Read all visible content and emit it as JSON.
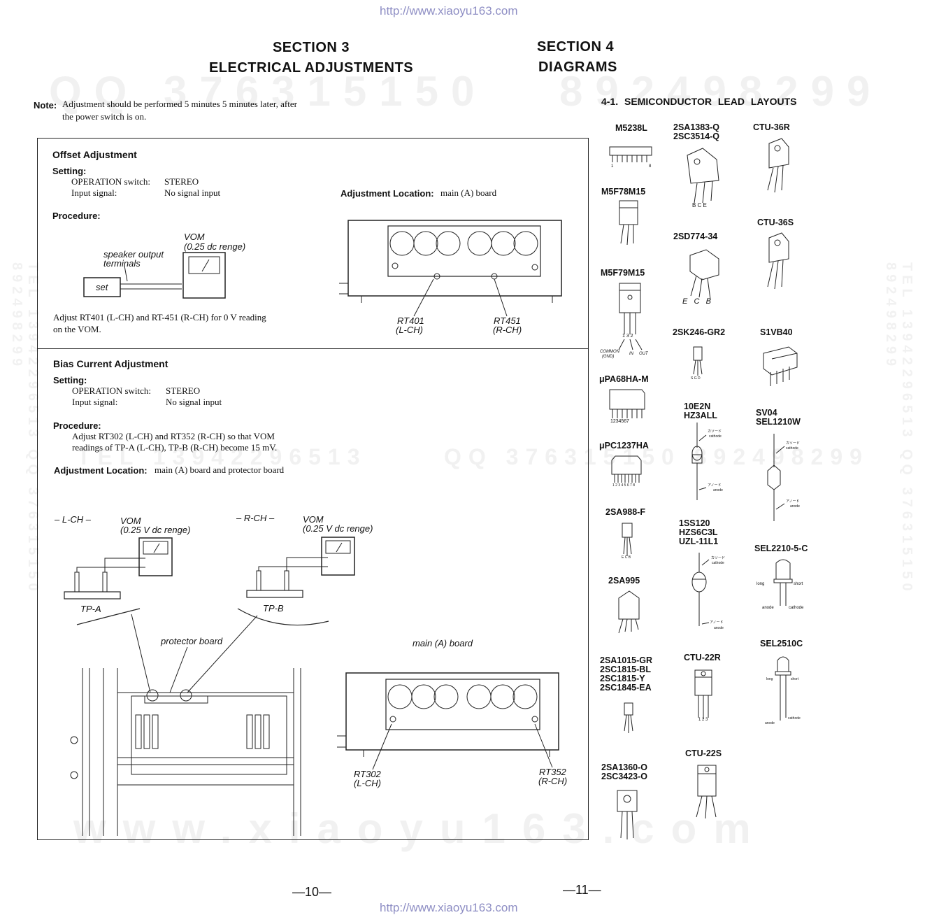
{
  "header": {
    "url_top": "http://www.xiaoyu163.com",
    "url_bottom": "http://www.xiaoyu163.com"
  },
  "watermarks": {
    "qq1": "QQ 376315150",
    "qq2": "892498299",
    "tel_left": "TEL 13942296513 QQ 376315150 892498299",
    "tel_right": "TEL 13942296513 QQ 376315150 892498299",
    "mid_left": "TEL 13942296513",
    "mid_right": "QQ 376315150 892498299",
    "bottom": "www.xiaoyu163.com"
  },
  "section3": {
    "number": "SECTION 3",
    "title": "ELECTRICAL ADJUSTMENTS",
    "note_label": "Note:",
    "note_line1": "Adjustment should be performed 5 minutes 5 minutes later, after",
    "note_line2": "the power switch is on."
  },
  "section4": {
    "number": "SECTION 4",
    "title": "DIAGRAMS",
    "subheading": "4-1. SEMICONDUCTOR LEAD LAYOUTS"
  },
  "offset": {
    "title": "Offset Adjustment",
    "setting_label": "Setting:",
    "op_label": "OPERATION switch:",
    "op_value": "STEREO",
    "input_label": "Input signal:",
    "input_value": "No signal input",
    "location_label": "Adjustment Location:",
    "location_value": "main (A) board",
    "procedure_label": "Procedure:",
    "vom": "VOM",
    "vom_range": "(0.25 dc renge)",
    "spk1": "speaker output",
    "spk2": "terminals",
    "set": "set",
    "adjust_line1": "Adjust RT401 (L-CH) and RT-451 (R-CH) for 0 V reading",
    "adjust_line2": "on the VOM.",
    "rt401": "RT401",
    "rt401_ch": "(L-CH)",
    "rt451": "RT451",
    "rt451_ch": "(R-CH)"
  },
  "bias": {
    "title": "Bias Current Adjustment",
    "setting_label": "Setting:",
    "op_label": "OPERATION switch:",
    "op_value": "STEREO",
    "input_label": "Input signal:",
    "input_value": "No signal input",
    "procedure_label": "Procedure:",
    "proc_line1": "Adjust RT302 (L-CH) and RT352 (R-CH) so that VOM",
    "proc_line2": "readings of TP-A (L-CH), TP-B (R-CH) become 15 mV.",
    "location_label": "Adjustment Location:",
    "location_value": "main (A) board and protector board",
    "lch": "– L-CH –",
    "rch": "– R-CH –",
    "vom": "VOM",
    "vom_range": "(0.25 V dc renge)",
    "tpa": "TP-A",
    "tpb": "TP-B",
    "protector": "protector board",
    "main_board": "main (A) board",
    "rt302": "RT302",
    "rt302_ch": "(L-CH)",
    "rt352": "RT352",
    "rt352_ch": "(R-CH)"
  },
  "parts": {
    "m5238l": "M5238L",
    "m5f78m15": "M5F78M15",
    "m5f79m15": "M5F79M15",
    "upa68": "μPA68HA-M",
    "upc1237": "μPC1237HA",
    "a988": "2SA988-F",
    "a995": "2SA995",
    "a1015": "2SA1015-GR\n2SC1815-BL\n2SC1815-Y\n2SC1845-EA",
    "a1360": "2SA1360-O\n2SC3423-O",
    "a1383": "2SA1383-Q\n2SC3514-Q",
    "d774": "2SD774-34",
    "k246": "2SK246-GR2",
    "e2n": "10E2N\nHZ3ALL",
    "ss120": "1SS120\nHZS6C3L\nUZL-11L1",
    "ctu22r": "CTU-22R",
    "ctu22s": "CTU-22S",
    "ctu36r": "CTU-36R",
    "ctu36s": "CTU-36S",
    "s1vb40": "S1VB40",
    "sv04": "SV04\nSEL1210W",
    "sel2210": "SEL2210-5-C",
    "sel2510": "SEL2510C"
  },
  "pins": {
    "m5238_1": "1",
    "m5238_8": "8",
    "bce": "B C E",
    "ecb": "E   C   B",
    "m79_pins": "1 3 2",
    "common": "COMMON",
    "gnd": "(GND)",
    "in": "IN",
    "out": "OUT",
    "upa_pins": "1 2 3 4 5 6 7",
    "upc_pins": "1 2 3 4 5 6 7 8",
    "ecb_small": "E C B",
    "sgd": "S G D",
    "p123": "1 2 3",
    "long": "long",
    "short": "short",
    "anode": "anode",
    "cathode": "cathode",
    "cathode_jp": "カソード",
    "anode_jp": "アノード"
  },
  "footer": {
    "page10": "—10—",
    "page11": "—11—"
  }
}
